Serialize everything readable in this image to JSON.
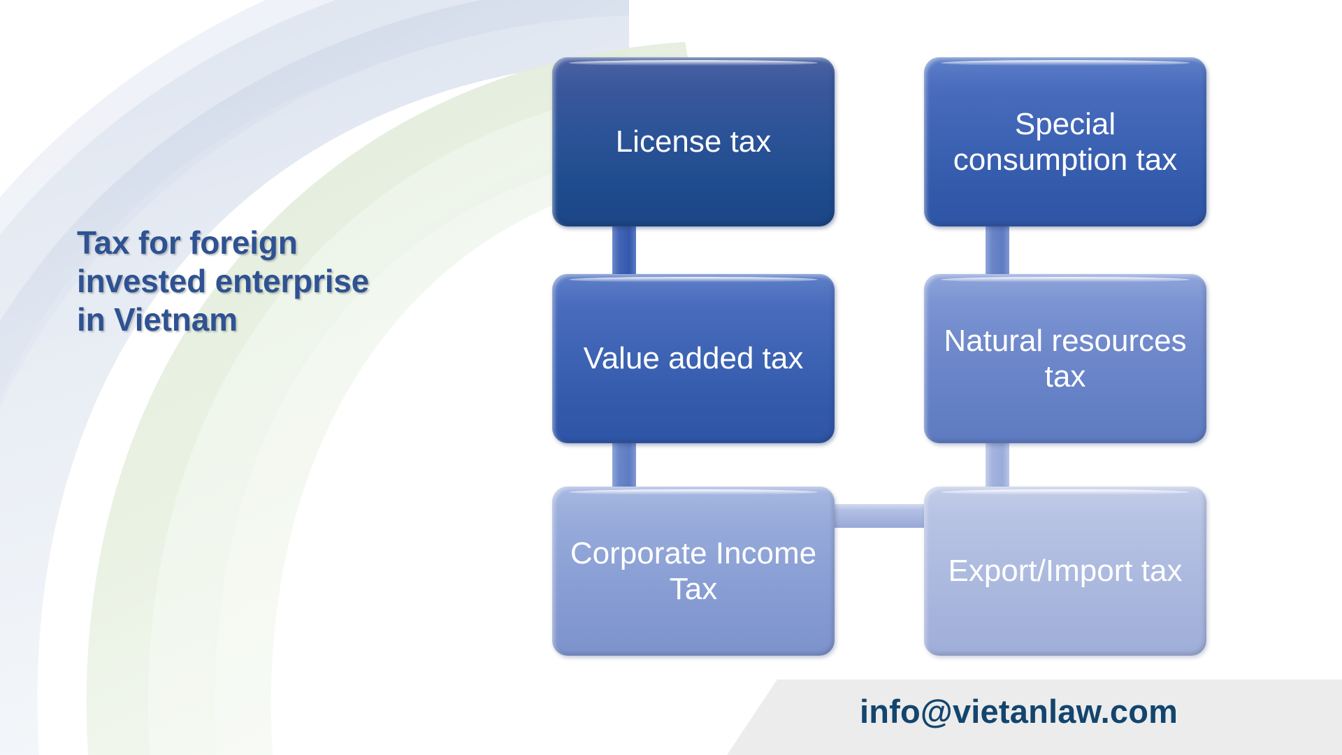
{
  "slide": {
    "background_color": "#ffffff",
    "title": "Tax for foreign invested enterprise in Vietnam",
    "title_color": "#2E5292"
  },
  "diagram": {
    "type": "process-block-diagram",
    "columns": 2,
    "rows": 3,
    "nodes": [
      {
        "id": "license-tax",
        "label": "License tax",
        "column": 1,
        "row": 1,
        "tone": "tone-darkest",
        "color": "#1F4C8E"
      },
      {
        "id": "special-consumption-tax",
        "label": "Special consumption tax",
        "column": 2,
        "row": 1,
        "tone": "tone-mid",
        "color": "#3D63B4"
      },
      {
        "id": "value-added-tax",
        "label": "Value added tax",
        "column": 1,
        "row": 2,
        "tone": "tone-mid",
        "color": "#3D63B4"
      },
      {
        "id": "natural-resources-tax",
        "label": "Natural resources tax",
        "column": 2,
        "row": 2,
        "tone": "tone-midlight",
        "color": "#6D87CA"
      },
      {
        "id": "corporate-income-tax",
        "label": "Corporate Income Tax",
        "column": 1,
        "row": 3,
        "tone": "tone-light",
        "color": "#8CA1D5"
      },
      {
        "id": "export-import-tax",
        "label": "Export/Import tax",
        "column": 2,
        "row": 3,
        "tone": "tone-lightest",
        "color": "#AEBBE0"
      }
    ],
    "connectors": [
      {
        "id": "license-to-vat",
        "from": "license-tax",
        "to": "value-added-tax",
        "orientation": "vertical"
      },
      {
        "id": "vat-to-cit",
        "from": "value-added-tax",
        "to": "corporate-income-tax",
        "orientation": "vertical"
      },
      {
        "id": "sct-to-nrt",
        "from": "special-consumption-tax",
        "to": "natural-resources-tax",
        "orientation": "vertical"
      },
      {
        "id": "nrt-to-eit",
        "from": "natural-resources-tax",
        "to": "export-import-tax",
        "orientation": "vertical"
      },
      {
        "id": "cit-to-eit",
        "from": "corporate-income-tax",
        "to": "export-import-tax",
        "orientation": "horizontal"
      }
    ]
  },
  "footer": {
    "email": "info@vietanlaw.com",
    "band_color": "#ECECEC",
    "text_color": "#12456E"
  }
}
